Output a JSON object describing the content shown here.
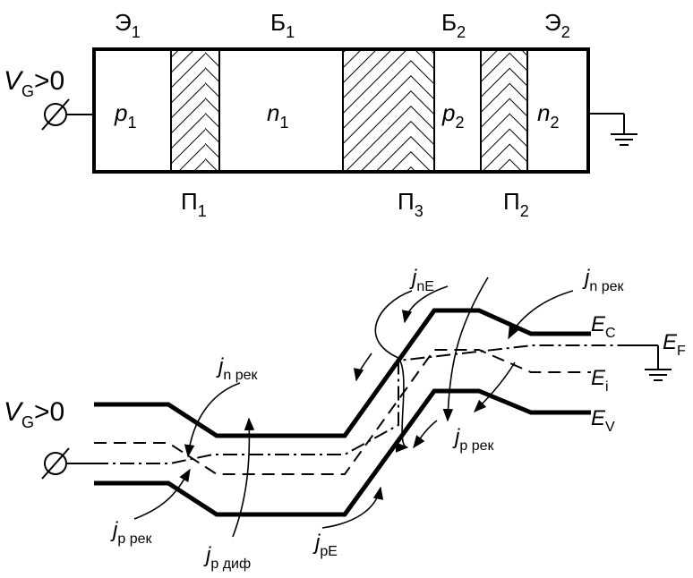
{
  "structure": {
    "top_labels": {
      "e1_main": "Э",
      "e1_sub": "1",
      "b1_main": "Б",
      "b1_sub": "1",
      "b2_main": "Б",
      "b2_sub": "2",
      "e2_main": "Э",
      "e2_sub": "2"
    },
    "regions": [
      {
        "main": "p",
        "sub": "1"
      },
      {
        "main": "n",
        "sub": "1"
      },
      {
        "main": "p",
        "sub": "2"
      },
      {
        "main": "n",
        "sub": "2"
      }
    ],
    "junctions": [
      {
        "main": "П",
        "sub": "1"
      },
      {
        "main": "П",
        "sub": "3"
      },
      {
        "main": "П",
        "sub": "2"
      }
    ],
    "bias_main": "V",
    "bias_sub": "G",
    "bias_rest": ">0"
  },
  "band_diagram": {
    "bias_main": "V",
    "bias_sub": "G",
    "bias_rest": ">0",
    "levels": {
      "ec_main": "E",
      "ec_sub": "C",
      "ei_main": "E",
      "ei_sub": "i",
      "ev_main": "E",
      "ev_sub": "V",
      "ef_main": "E",
      "ef_sub": "F"
    },
    "currents": {
      "j_n_rek_left": {
        "main": "j",
        "sub": "n рек"
      },
      "j_p_rek_left": {
        "main": "j",
        "sub": "p рек"
      },
      "j_p_dif": {
        "main": "j",
        "sub": "p диф"
      },
      "j_pE": {
        "main": "j",
        "sub": "pE"
      },
      "j_nE": {
        "main": "j",
        "sub": "nE"
      },
      "j_n_rek_right": {
        "main": "j",
        "sub": "n рек"
      },
      "j_p_rek_right": {
        "main": "j",
        "sub": "p рек"
      }
    }
  }
}
